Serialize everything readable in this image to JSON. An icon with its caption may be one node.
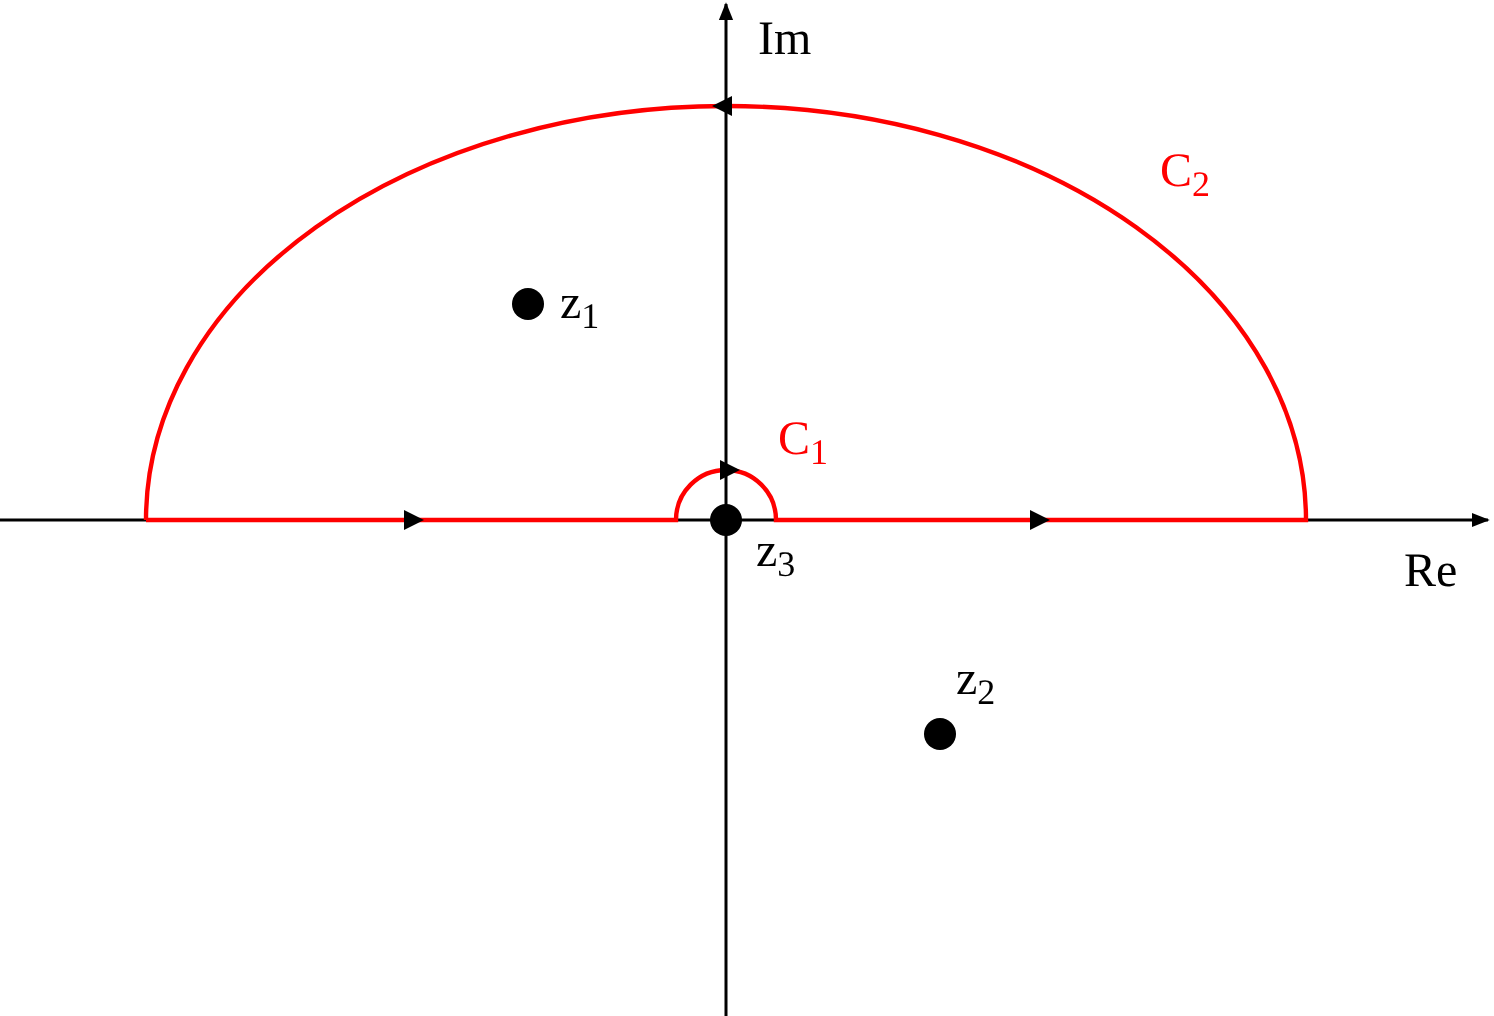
{
  "diagram": {
    "labels": [
      "Im",
      "C$_{2}$",
      "z$_{1}$",
      "C$_{1}$",
      "z$_{3}$",
      "Re",
      "z$_{2}$"
    ]
  }
}
